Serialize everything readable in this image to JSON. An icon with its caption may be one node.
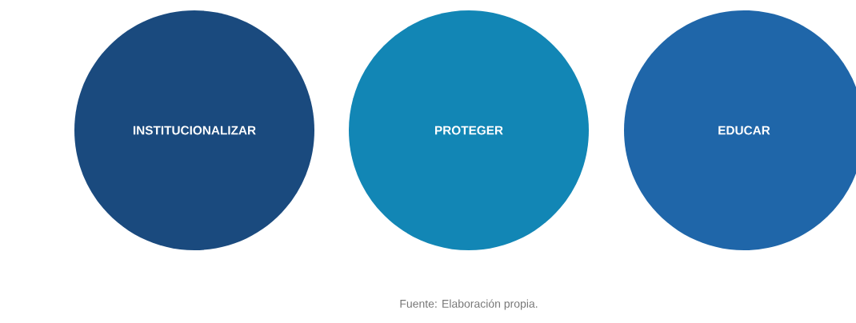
{
  "diagram": {
    "caption": "Fuente: Elaboración propia.",
    "nodes": [
      {
        "text": [
          "INSTITUCIONALIZAR"
        ]
      },
      {
        "text": [
          "PROTEGER"
        ]
      },
      {
        "text": [
          "EDUCAR"
        ]
      }
    ]
  }
}
